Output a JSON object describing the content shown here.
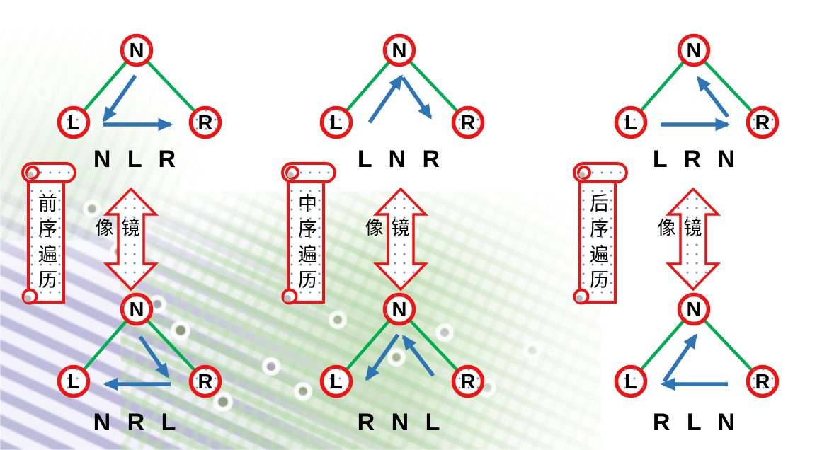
{
  "colors": {
    "node_ring": "#ee1414",
    "edge": "#00ad4f",
    "arrow": "#2e75b6",
    "banner_outline": "#ee1414",
    "label_text": "#000000"
  },
  "columns": [
    {
      "banner": "前序遍历",
      "mirror_label": "镜像",
      "top_tree": {
        "nodes": {
          "N": "N",
          "L": "L",
          "R": "R"
        },
        "arrows": [
          [
            "N",
            "L"
          ],
          [
            "L",
            "R"
          ]
        ],
        "order_label": "N L R"
      },
      "bottom_tree": {
        "nodes": {
          "N": "N",
          "L": "L",
          "R": "R"
        },
        "arrows": [
          [
            "N",
            "R"
          ],
          [
            "R",
            "L"
          ]
        ],
        "order_label": "N R L"
      }
    },
    {
      "banner": "中序遍历",
      "mirror_label": "镜像",
      "top_tree": {
        "nodes": {
          "N": "N",
          "L": "L",
          "R": "R"
        },
        "arrows": [
          [
            "L",
            "N"
          ],
          [
            "N",
            "R"
          ]
        ],
        "order_label": "L N R"
      },
      "bottom_tree": {
        "nodes": {
          "N": "N",
          "L": "L",
          "R": "R"
        },
        "arrows": [
          [
            "R",
            "N"
          ],
          [
            "N",
            "L"
          ]
        ],
        "order_label": "R N L"
      }
    },
    {
      "banner": "后序遍历",
      "mirror_label": "镜像",
      "top_tree": {
        "nodes": {
          "N": "N",
          "L": "L",
          "R": "R"
        },
        "arrows": [
          [
            "L",
            "R"
          ],
          [
            "R",
            "N"
          ]
        ],
        "order_label": "L R N"
      },
      "bottom_tree": {
        "nodes": {
          "N": "N",
          "L": "L",
          "R": "R"
        },
        "arrows": [
          [
            "R",
            "L"
          ],
          [
            "L",
            "N"
          ]
        ],
        "order_label": "R L N"
      }
    }
  ]
}
